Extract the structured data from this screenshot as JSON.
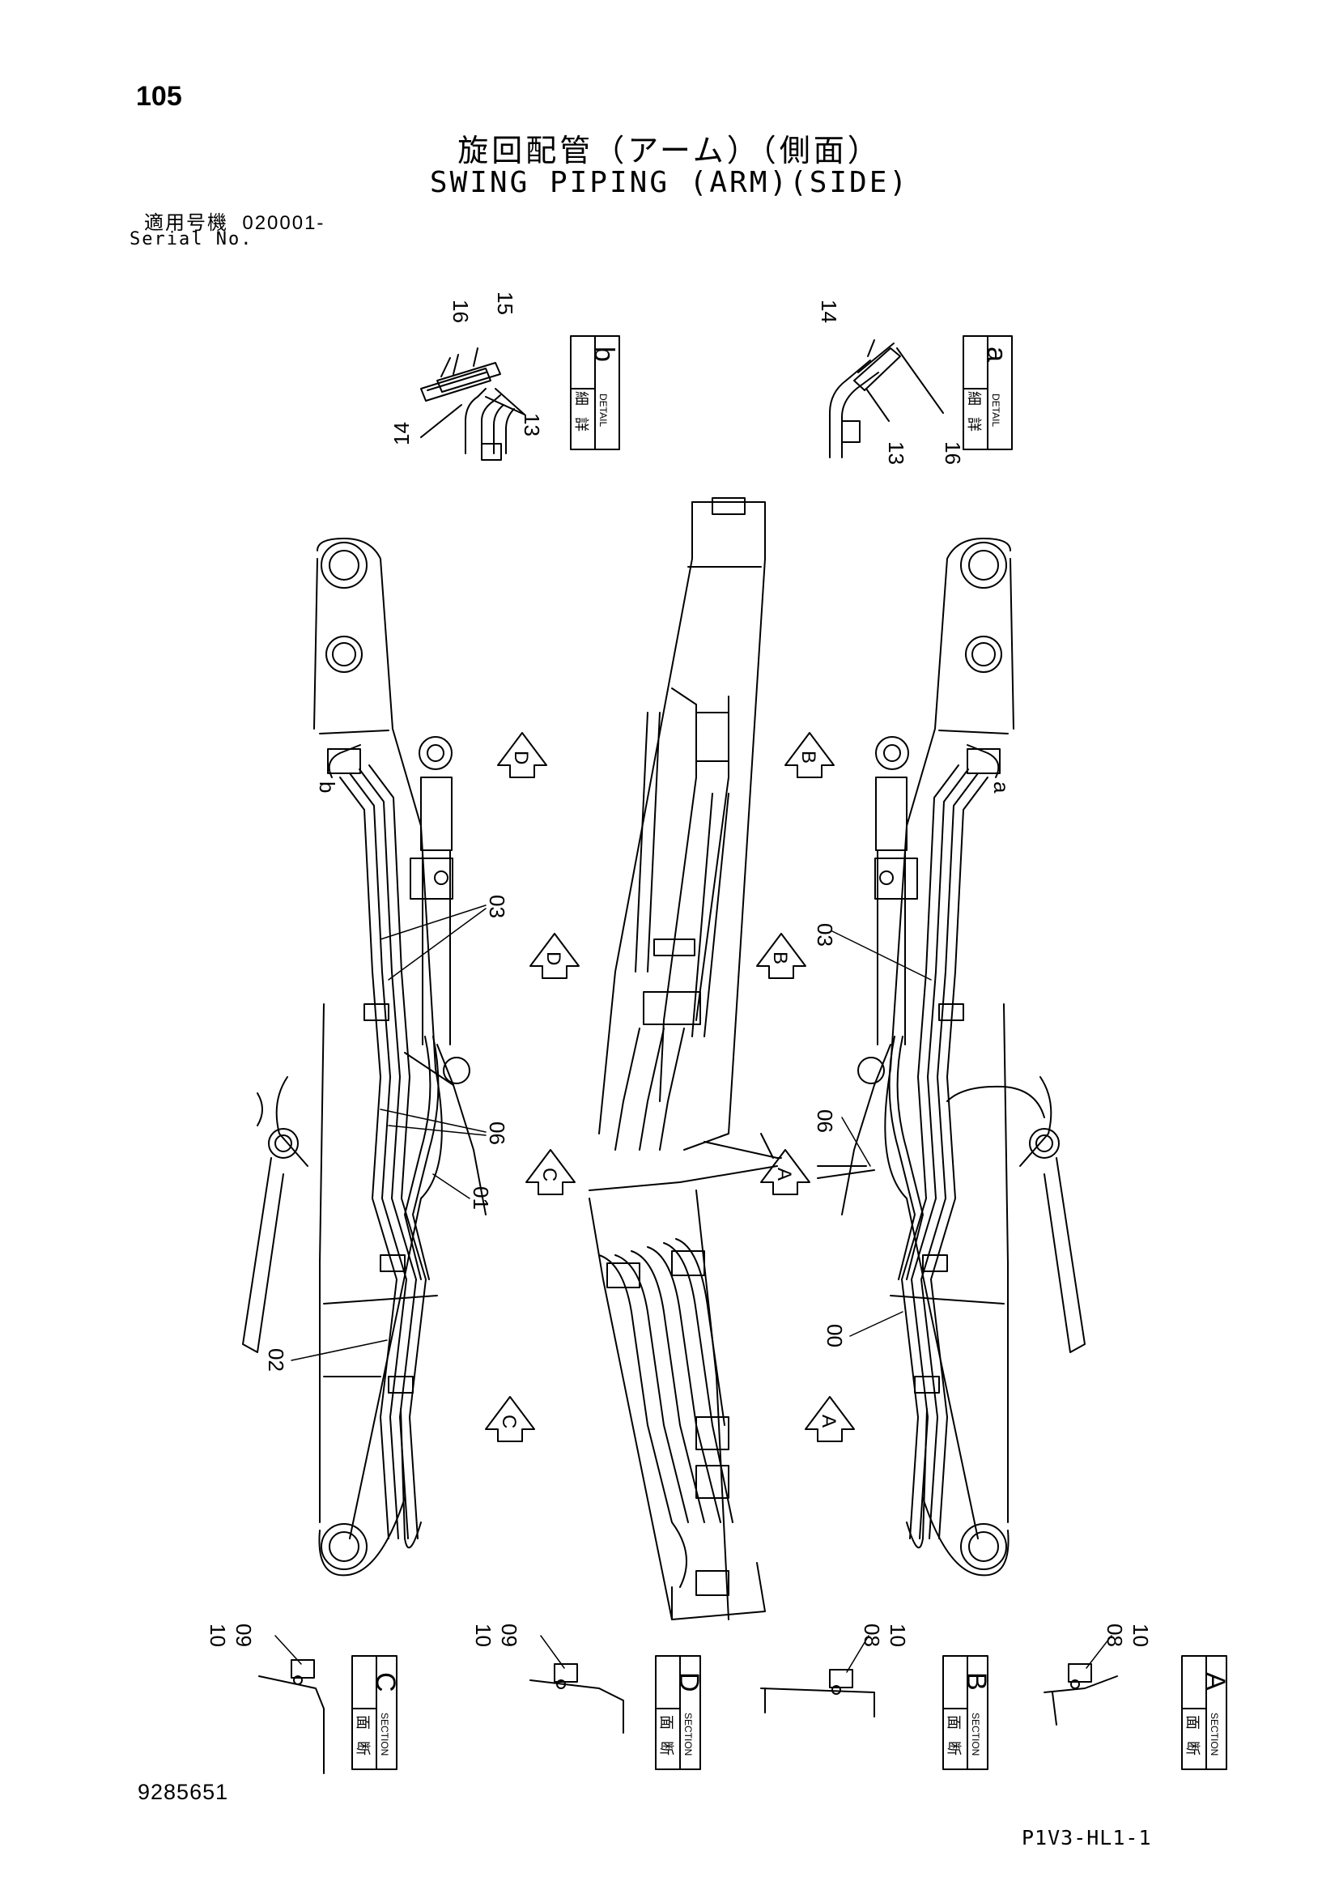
{
  "header": {
    "page_number": "105",
    "title_jp": "旋回配管（アーム）（側面）",
    "title_en": "SWING PIPING (ARM)(SIDE)",
    "serial_label_jp": "適用号機",
    "serial_value": "020001-",
    "serial_label_en": "Serial No."
  },
  "footer": {
    "document_number": "9285651",
    "page_reference": "P1V3-HL1-1"
  },
  "details": {
    "b": {
      "letter": "b",
      "jp1": "詳",
      "jp2": "細",
      "en": "DETAIL",
      "callouts": [
        "16",
        "15",
        "13",
        "14"
      ]
    },
    "a": {
      "letter": "a",
      "jp1": "詳",
      "jp2": "細",
      "en": "DETAIL",
      "callouts": [
        "14",
        "13",
        "16"
      ]
    }
  },
  "callouts": {
    "c03_left": "03",
    "c06_left": "06",
    "c01": "01",
    "c02": "02",
    "c03_right": "03",
    "c06_right": "06",
    "c00": "00",
    "label_b": "b",
    "label_a": "a"
  },
  "arrows": {
    "d_upper": "D",
    "d_lower": "D",
    "c_upper": "C",
    "c_lower": "C",
    "b_upper": "B",
    "b_lower": "B",
    "a_upper": "A",
    "a_lower": "A"
  },
  "sections": [
    {
      "letter": "C",
      "jp1": "断",
      "jp2": "面",
      "en": "SECTION",
      "top": "10",
      "bottom": "09"
    },
    {
      "letter": "D",
      "jp1": "断",
      "jp2": "面",
      "en": "SECTION",
      "top": "10",
      "bottom": "09"
    },
    {
      "letter": "B",
      "jp1": "断",
      "jp2": "面",
      "en": "SECTION",
      "top": "08",
      "bottom": "10"
    },
    {
      "letter": "A",
      "jp1": "断",
      "jp2": "面",
      "en": "SECTION",
      "top": "08",
      "bottom": "10"
    }
  ]
}
